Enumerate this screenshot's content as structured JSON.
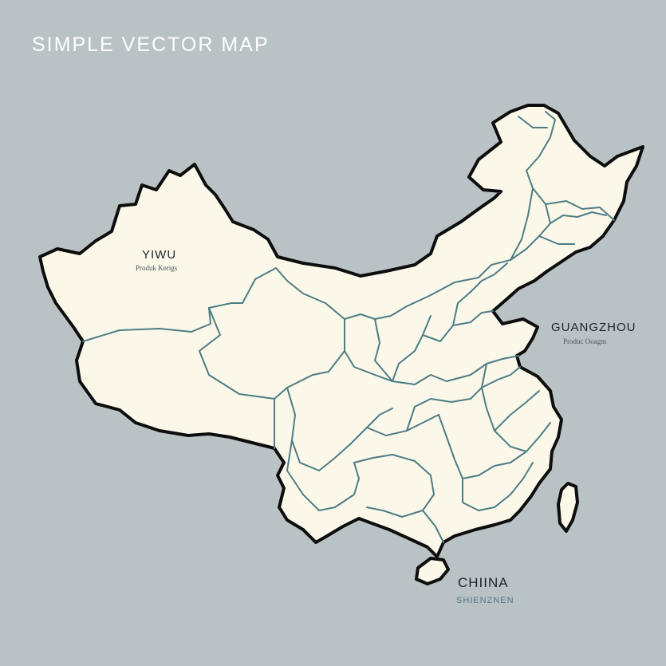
{
  "map": {
    "title": "SIMPLE VECTOR MAP",
    "land_color": "#fbf8ea",
    "border_color": "#0d0d0d",
    "province_line_color": "#4d7d84",
    "sea_color": "#b9c3c5",
    "labels": {
      "yiwu": {
        "name": "YIWU",
        "sub": "Produk Kerigs"
      },
      "guangzhou": {
        "name": "GUANGZHOU",
        "sub": "Produc Ooagm"
      },
      "china": {
        "name": "CHIINA",
        "sub": "SHIENZNEN"
      }
    }
  }
}
